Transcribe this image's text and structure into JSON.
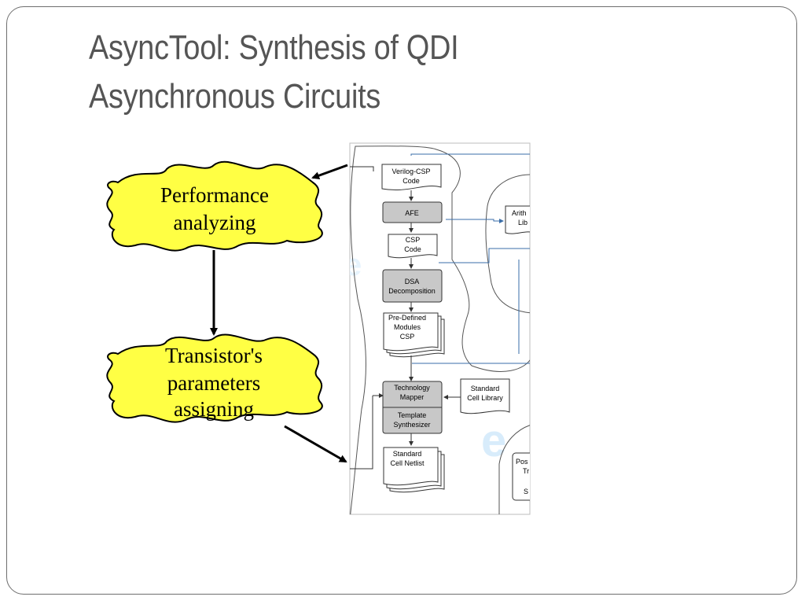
{
  "slide": {
    "title_line1": "AsyncTool: Synthesis of QDI",
    "title_line2": "Asynchronous Circuits"
  },
  "clouds": {
    "performance": {
      "line1": "Performance",
      "line2": "analyzing"
    },
    "transistor": {
      "line1": "Transistor's",
      "line2": "parameters",
      "line3": "assigning"
    }
  },
  "flow": {
    "verilog_csp": {
      "line1": "Verilog-CSP",
      "line2": "Code"
    },
    "afe": "AFE",
    "csp_code": {
      "line1": "CSP",
      "line2": "Code"
    },
    "dsa": {
      "line1": "DSA",
      "line2": "Decomposition"
    },
    "predefined": {
      "line1": "Pre-Defined",
      "line2": "Modules",
      "line3": "CSP"
    },
    "tech_mapper": {
      "line1": "Technology",
      "line2": "Mapper"
    },
    "template_synth": {
      "line1": "Template",
      "line2": "Synthesizer"
    },
    "std_cell_lib": {
      "line1": "Standard",
      "line2": "Cell Library"
    },
    "std_cell_netlist": {
      "line1": "Standard",
      "line2": "Cell Netlist"
    },
    "arith_lib": {
      "line1": "Arith",
      "line2": "Lib"
    },
    "post_box": {
      "line1": "Pos",
      "line2": "Tr",
      "line3": "S"
    }
  },
  "colors": {
    "title": "#555555",
    "cloud_fill": "#ffff44",
    "process_fill": "#c8c8c8",
    "connector_blue": "#3a6ea8"
  }
}
